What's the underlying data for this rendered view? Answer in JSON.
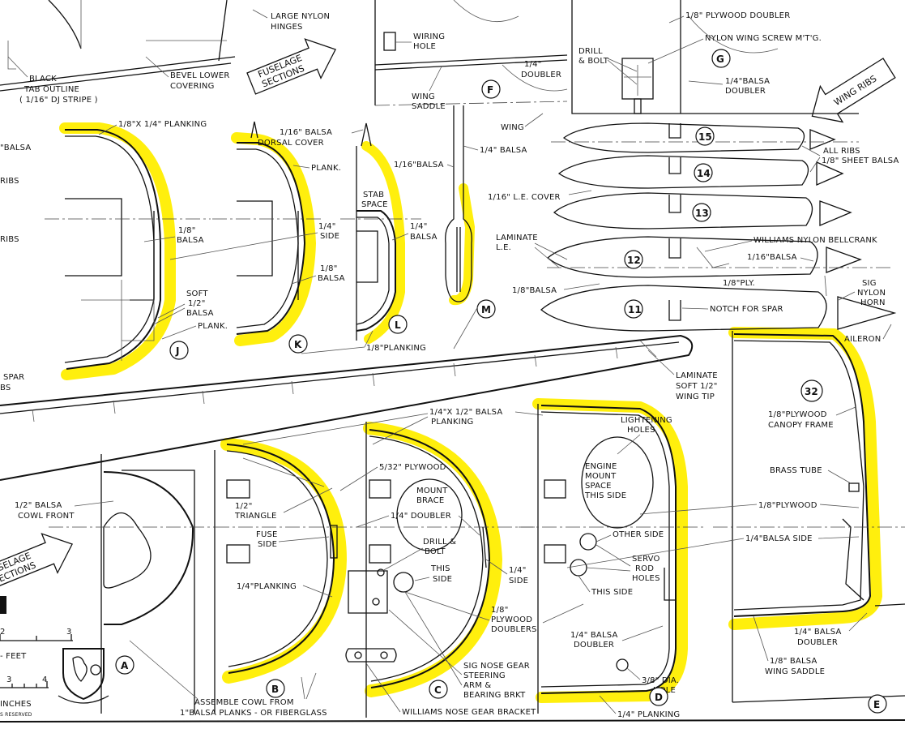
{
  "labels": {
    "large_nylon_hinges": [
      "LARGE NYLON",
      "HINGES"
    ],
    "black_tab_outline": [
      "BLACK",
      "TAB OUTLINE",
      "( 1/16\" DJ STRIPE )"
    ],
    "bevel_lower_covering": [
      "BEVEL LOWER",
      "COVERING"
    ],
    "fuselage_sections_top": [
      "FUSELAGE",
      "SECTIONS"
    ],
    "wiring_hole": [
      "WIRING",
      "HOLE"
    ],
    "doubler_quarter_top": [
      "1/4\"",
      "DOUBLER"
    ],
    "wing_saddle": [
      "WING",
      "SADDLE"
    ],
    "wing": "WING",
    "plywood_doubler_eighth": "1/8\" PLYWOOD DOUBLER",
    "drill_bolt_top": [
      "DRILL",
      "& BOLT"
    ],
    "nylon_wing_screw": "NYLON WING SCREW M'T'G.",
    "balsa_doubler_quarter_g": [
      "1/4\"BALSA",
      "DOUBLER"
    ],
    "wing_ribs": "WING RIBS",
    "balsa_left_top": "\"BALSA",
    "ribs_left_1": "RIBS",
    "ribs_left_2": "RIBS",
    "spar_ribs_left": [
      "SPAR",
      "BS"
    ],
    "planking_8x4": "1/8\"X 1/4\" PLANKING",
    "balsa_dorsal_cover": [
      "1/16\" BALSA",
      "DORSAL COVER"
    ],
    "plank_k": "PLANK.",
    "balsa_16_m": "1/16\"BALSA",
    "balsa_quarter_m": "1/4\" BALSA",
    "stab_space": [
      "STAB",
      "SPACE"
    ],
    "balsa_eighth_j": [
      "1/8\"",
      "BALSA"
    ],
    "side_quarter_k": [
      "1/4\"",
      "SIDE"
    ],
    "balsa_quarter_l": [
      "1/4\"",
      "BALSA"
    ],
    "balsa_eighth_k": [
      "1/8\"",
      "BALSA"
    ],
    "soft_half_balsa": [
      "SOFT",
      "1/2\"",
      "BALSA"
    ],
    "plank_j": "PLANK.",
    "planking_eighth_bottom": "1/8\"PLANKING",
    "le_cover": "1/16\" L.E. COVER",
    "all_ribs": [
      "ALL RIBS",
      "1/8\" SHEET BALSA"
    ],
    "laminate_le": [
      "LAMINATE",
      "L.E."
    ],
    "williams_bellcrank": "WILLIAMS NYLON BELLCRANK",
    "balsa_16_rib": "1/16\"BALSA",
    "ply_eighth_rib": "1/8\"PLY.",
    "sig_nylon_horn": [
      "SIG",
      "NYLON",
      "HORN"
    ],
    "balsa_eighth_rib": "1/8\"BALSA",
    "notch_for_spar": "NOTCH FOR SPAR",
    "aileron": "AILERON",
    "laminate_tip": [
      "LAMINATE",
      "SOFT 1/2\"",
      "WING TIP"
    ],
    "planking_quarter_half": [
      "1/4\"X 1/2\" BALSA",
      "PLANKING"
    ],
    "lightening_holes": [
      "LIGHTENING",
      "HOLES"
    ],
    "ply_canopy_frame": [
      "1/8\"PLYWOOD",
      "CANOPY FRAME"
    ],
    "plywood_532": "5/32\" PLYWOOD",
    "mount_brace": [
      "MOUNT",
      "BRACE"
    ],
    "engine_mount_space": [
      "ENGINE",
      "MOUNT",
      "SPACE",
      "THIS SIDE"
    ],
    "brass_tube": "BRASS TUBE",
    "cowl_front": [
      "1/2\" BALSA",
      "COWL FRONT"
    ],
    "triangle_half": [
      "1/2\"",
      "TRIANGLE"
    ],
    "doubler_quarter_c": "1/4\" DOUBLER",
    "plywood_eighth_right": "1/8\"PLYWOOD",
    "fuse_side": [
      "FUSE",
      "SIDE"
    ],
    "drill_bolt_c": [
      "DRILL &",
      "BOLT"
    ],
    "other_side": "OTHER SIDE",
    "balsa_side_quarter": "1/4\"BALSA SIDE",
    "fuselage_sections_left": [
      "SELAGE",
      "ECTIONS"
    ],
    "servo_rod_holes": [
      "SERVO",
      "ROD",
      "HOLES"
    ],
    "this_side_c": [
      "THIS",
      "SIDE"
    ],
    "side_quarter_c": [
      "1/4\"",
      "SIDE"
    ],
    "this_side_d": "THIS SIDE",
    "planking_quarter_b": "1/4\"PLANKING",
    "plywood_doublers": [
      "1/8\"",
      "PLYWOOD",
      "DOUBLERS"
    ],
    "balsa_doubler_d": [
      "1/4\" BALSA",
      "DOUBLER"
    ],
    "balsa_doubler_e": [
      "1/4\" BALSA",
      "DOUBLER"
    ],
    "wing_saddle_e": [
      "1/8\" BALSA",
      "WING SADDLE"
    ],
    "nose_gear_steering": [
      "SIG NOSE GEAR",
      "STEERING",
      "ARM &",
      "BEARING BRKT"
    ],
    "dia_hole": [
      "3/8\" DIA.",
      "HOLE"
    ],
    "assemble_cowl": [
      "ASSEMBLE COWL FROM",
      "1\"BALSA PLANKS - OR FIBERGLASS"
    ],
    "williams_nose_gear": "WILLIAMS NOSE GEAR BRACKET",
    "planking_quarter_d": "1/4\" PLANKING"
  },
  "scale": {
    "feet_tick": [
      "2",
      "3"
    ],
    "feet_label": "- FEET",
    "inch_ticks": [
      "3",
      "4"
    ],
    "inch_label": "INCHES",
    "reserved": "S RESERVED"
  },
  "markers": {
    "A": "A",
    "B": "B",
    "C": "C",
    "D": "D",
    "E": "E",
    "F": "F",
    "G": "G",
    "J": "J",
    "K": "K",
    "L": "L",
    "M": "M",
    "rib11": "11",
    "rib12": "12",
    "rib13": "13",
    "rib14": "14",
    "rib15": "15",
    "former32": "32"
  },
  "colors": {
    "highlight": "#ffee00",
    "ink": "#111111"
  }
}
